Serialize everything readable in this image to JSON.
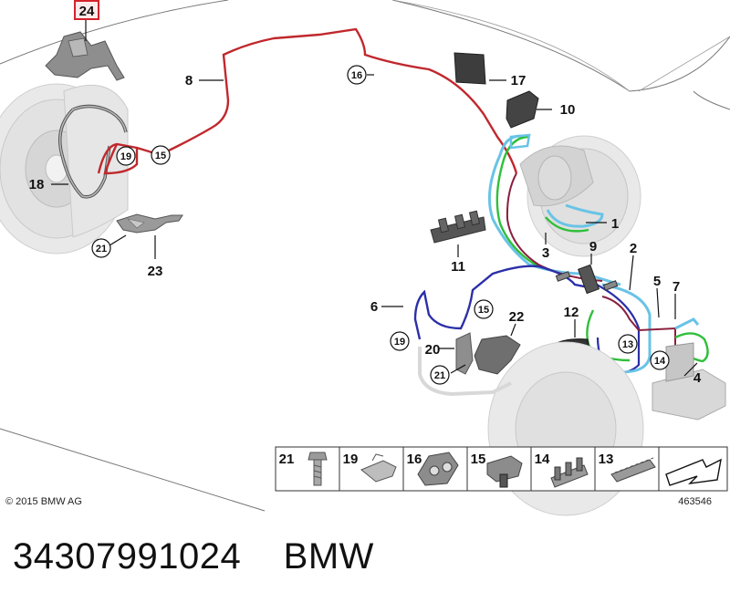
{
  "highlighted_label": "24",
  "labels": {
    "n1": "1",
    "n2": "2",
    "n3": "3",
    "n4": "4",
    "n5": "5",
    "n6": "6",
    "n7": "7",
    "n8": "8",
    "n9": "9",
    "n10": "10",
    "n11": "11",
    "n12": "12",
    "n17": "17",
    "n18": "18",
    "n20": "20",
    "n22": "22",
    "n23": "23"
  },
  "circled": {
    "c13": "13",
    "c14": "14",
    "c15a": "15",
    "c15b": "15",
    "c16": "16",
    "c19a": "19",
    "c19b": "19",
    "c21a": "21",
    "c21b": "21"
  },
  "legend": {
    "items": [
      {
        "label": "21",
        "icon": "bolt-icon"
      },
      {
        "label": "19",
        "icon": "clip-icon"
      },
      {
        "label": "16",
        "icon": "pipe-holder-icon"
      },
      {
        "label": "15",
        "icon": "grommet-clip-icon"
      },
      {
        "label": "14",
        "icon": "triple-holder-icon"
      },
      {
        "label": "13",
        "icon": "multi-holder-icon"
      }
    ],
    "arrow_icon": "forward-arrow-icon"
  },
  "copyright": "© 2015 BMW AG",
  "diagram_number": "463546",
  "part_number_line": "34307991024    BMW",
  "colors": {
    "red_line": "#c0282d",
    "blue_line": "#2b2fa8",
    "green_line": "#2fbf3a",
    "light_blue_line": "#69c3e6",
    "dark_red_line": "#8a1f3d",
    "highlight_box": "#d3222a"
  }
}
